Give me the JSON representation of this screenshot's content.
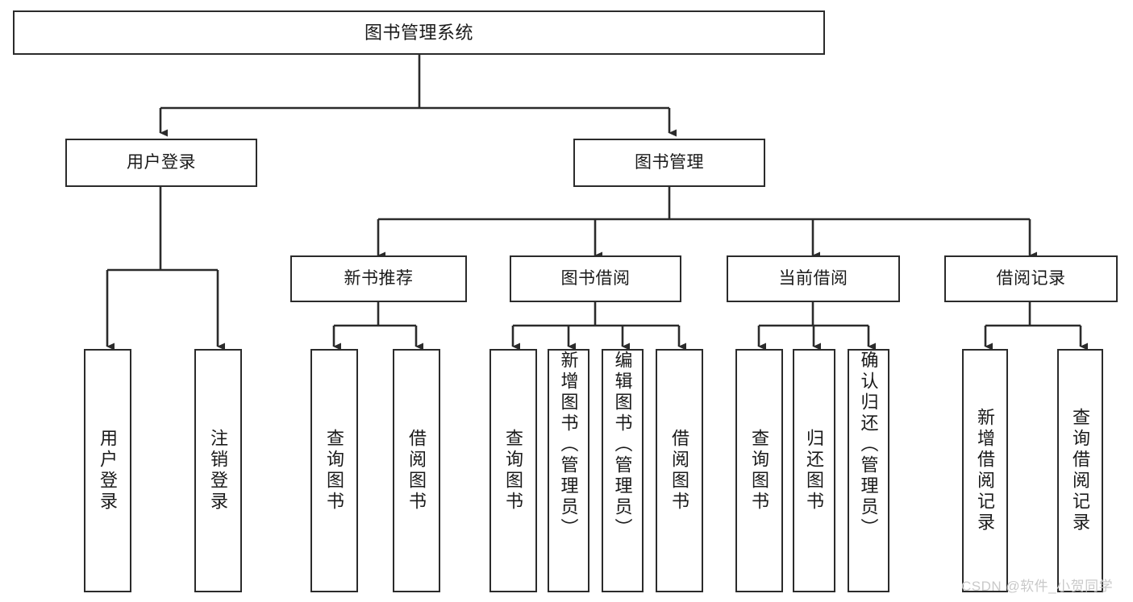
{
  "diagram": {
    "type": "tree",
    "title": "图书管理系统",
    "background_color": "#ffffff",
    "line_color": "#2b2b2b",
    "text_color": "#1a1a1a",
    "orientation": "top-down",
    "levels": 3
  },
  "root": {
    "label": "图书管理系统"
  },
  "level2": [
    {
      "label": "用户登录"
    },
    {
      "label": "图书管理"
    }
  ],
  "level3": [
    {
      "label": "新书推荐"
    },
    {
      "label": "图书借阅"
    },
    {
      "label": "当前借阅"
    },
    {
      "label": "借阅记录"
    }
  ],
  "leaves": {
    "user_login": [
      {
        "label": "用户登录"
      },
      {
        "label": "注销登录"
      }
    ],
    "new_book_recommend": [
      {
        "label": "查询图书"
      },
      {
        "label": "借阅图书"
      }
    ],
    "book_borrow": [
      {
        "label": "查询图书"
      },
      {
        "label": "新增图书（管理员）"
      },
      {
        "label": "编辑图书（管理员）"
      },
      {
        "label": "借阅图书"
      }
    ],
    "current_borrow": [
      {
        "label": "查询图书"
      },
      {
        "label": "归还图书"
      },
      {
        "label": "确认归还（管理员）"
      }
    ],
    "borrow_record": [
      {
        "label": "新增借阅记录"
      },
      {
        "label": "查询借阅记录"
      }
    ]
  },
  "watermark": {
    "text": "CSDN @软件_小贺同学"
  }
}
